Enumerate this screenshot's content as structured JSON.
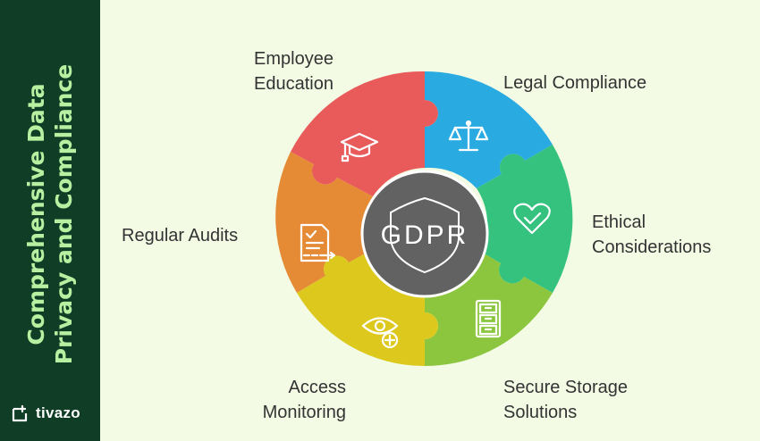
{
  "sidebar": {
    "title_line1": "Comprehensive Data",
    "title_line2": "Privacy and Compliance",
    "brand": "tivazo"
  },
  "center": {
    "label": "GDPR"
  },
  "segments": [
    {
      "line1": "Employee",
      "line2": "Education",
      "icon": "graduation-cap-icon",
      "color": "#e95b5b"
    },
    {
      "line1": "Legal Compliance",
      "line2": "",
      "icon": "scales-icon",
      "color": "#29abe2"
    },
    {
      "line1": "Ethical",
      "line2": "Considerations",
      "icon": "heart-check-icon",
      "color": "#35c27f"
    },
    {
      "line1": "Secure Storage",
      "line2": "Solutions",
      "icon": "file-cabinet-icon",
      "color": "#8cc63f"
    },
    {
      "line1": "Access",
      "line2": "Monitoring",
      "icon": "eye-plus-icon",
      "color": "#ddc81e"
    },
    {
      "line1": "Regular Audits",
      "line2": "",
      "icon": "audit-document-icon",
      "color": "#e58a35"
    }
  ]
}
